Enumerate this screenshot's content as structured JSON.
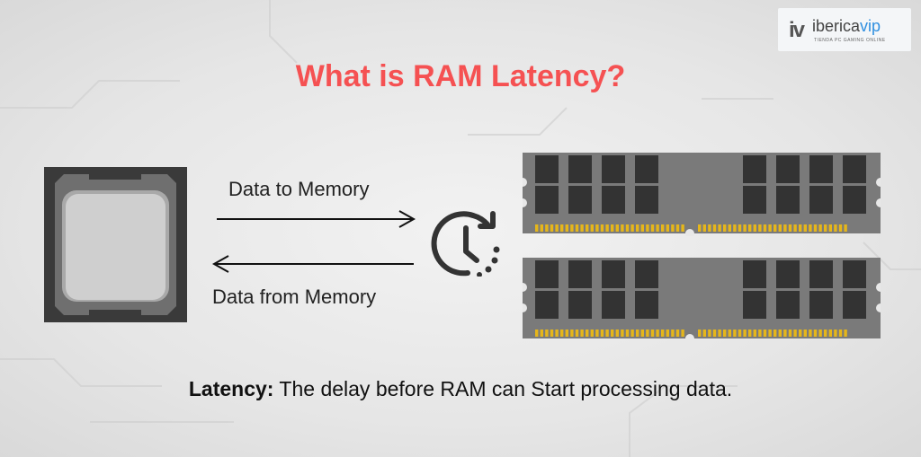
{
  "title": "What is RAM Latency?",
  "logo": {
    "mark": "iv",
    "brand_prefix": "iberica",
    "brand_suffix": "vip",
    "tagline": "TIENDA PC GAMING ONLINE"
  },
  "diagram": {
    "cpu_icon": "cpu-chip-icon",
    "arrow_to_label": "Data to Memory",
    "arrow_from_label": "Data from Memory",
    "clock_icon": "clock-delay-icon",
    "ram_modules": 2
  },
  "caption": {
    "term": "Latency:",
    "definition": " The delay before RAM can Start processing data."
  },
  "colors": {
    "accent": "#f55152",
    "chip": "#333333",
    "pcb": "#7a7a7a",
    "pins": "#e6b61a"
  }
}
